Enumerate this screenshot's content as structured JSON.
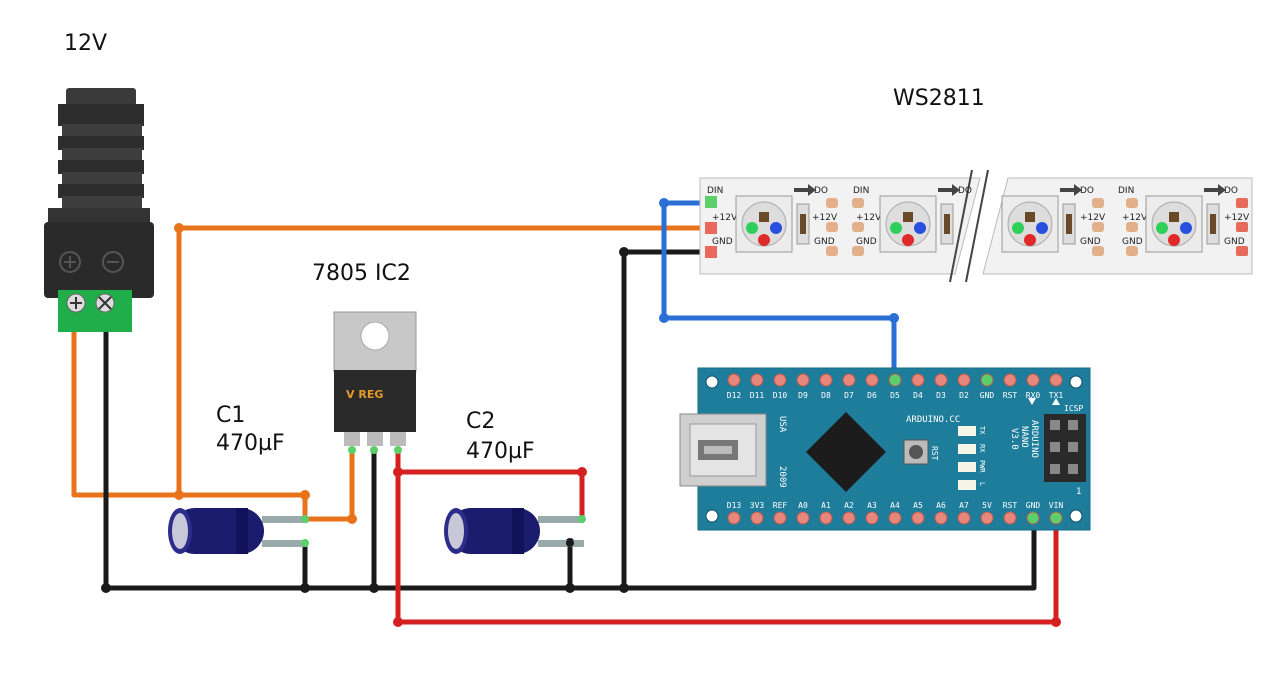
{
  "labels": {
    "power_jack": "12V",
    "regulator": "7805 IC2",
    "regulator_marking": "V REG",
    "cap1_name": "C1",
    "cap1_value": "470µF",
    "cap2_name": "C2",
    "cap2_value": "470µF",
    "led_strip": "WS2811"
  },
  "strip": {
    "din": "DIN",
    "do": "DO",
    "v12": "+12V",
    "gnd": "GND"
  },
  "nano": {
    "top_pins": [
      "D12",
      "D11",
      "D10",
      "D9",
      "D8",
      "D7",
      "D6",
      "D5",
      "D4",
      "D3",
      "D2",
      "GND",
      "RST",
      "RX0",
      "TX1"
    ],
    "bottom_pins": [
      "D13",
      "3V3",
      "REF",
      "A0",
      "A1",
      "A2",
      "A3",
      "A4",
      "A5",
      "A6",
      "A7",
      "5V",
      "RST",
      "GND",
      "VIN"
    ],
    "brand": "ARDUINO.CC",
    "model_line1": "ARDUINO",
    "model_line2": "NANO",
    "model_line3": "V3.0",
    "usa": "USA",
    "year": "2009",
    "rst_button": "RST",
    "icsp": "ICSP",
    "led_tx": "TX",
    "led_rx": "RX",
    "led_pwr": "PWR",
    "led_l": "L",
    "icsp_pin1": "1"
  },
  "colors": {
    "wire_12v": "#e8731a",
    "wire_gnd": "#1a1a1a",
    "wire_5v": "#d42020",
    "wire_data": "#2a6fd6",
    "board": "#1f7d9c",
    "pad": "#e7867a"
  }
}
